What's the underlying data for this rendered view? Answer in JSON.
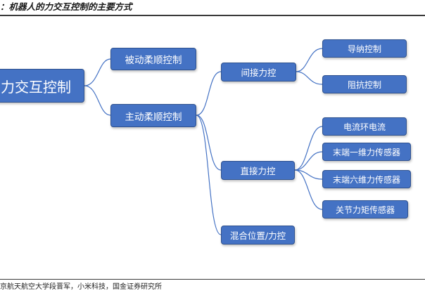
{
  "figure": {
    "title": "：机器人的力交互控制的主要方式",
    "source": "京航天航空大学段晋军，小米科技，国金证券研究所"
  },
  "tree": {
    "root": "力交互控制",
    "passive": "被动柔顺控制",
    "active": "主动柔顺控制",
    "indirect": "间接力控",
    "direct": "直接力控",
    "hybrid": "混合位置/力控",
    "indirect_children": [
      "导纳控制",
      "阻抗控制"
    ],
    "direct_children": [
      "电流环电流",
      "末端一维力传感器",
      "末端六维力传感器",
      "关节力矩传感器"
    ]
  },
  "colors": {
    "node_fill": "#4472c4",
    "node_border": "#2f528f",
    "connector": "#4472c4",
    "text": "#ffffff"
  }
}
